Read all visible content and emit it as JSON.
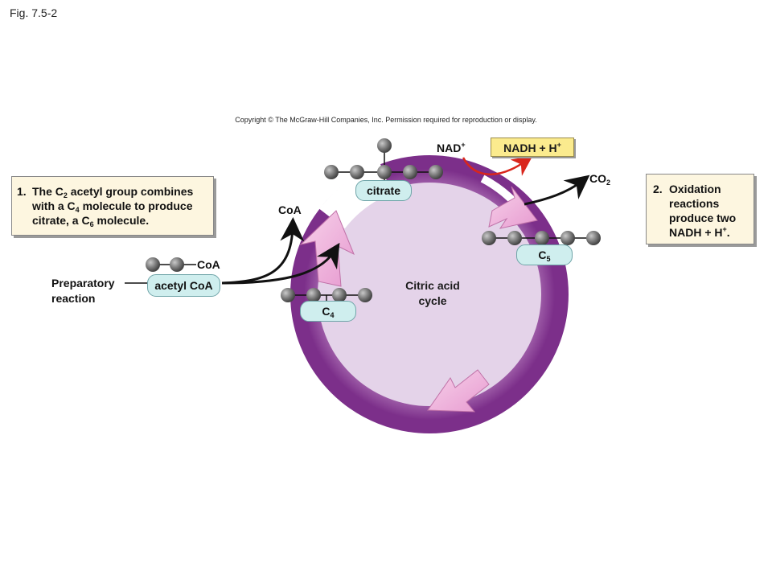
{
  "figure_label": "Fig. 7.5-2",
  "copyright": "Copyright © The McGraw-Hill Companies, Inc. Permission required for reproduction or display.",
  "step1": {
    "number": "1.",
    "line1_a": "The C",
    "line1_sub": "2",
    "line1_b": " acetyl group combines",
    "line2_a": "with a C",
    "line2_sub": "4",
    "line2_b": " molecule to produce",
    "line3_a": "citrate, a C",
    "line3_sub": "6",
    "line3_b": " molecule."
  },
  "step2": {
    "number": "2.",
    "line1": "Oxidation",
    "line2": "reactions",
    "line3": "produce two",
    "line4_a": "NADH + H",
    "line4_sup": "+",
    "line4_b": "."
  },
  "labels": {
    "preparatory_line1": "Preparatory",
    "preparatory_line2": "reaction",
    "acetyl_coa": "acetyl CoA",
    "coa_attached": "CoA",
    "coa_released": "CoA",
    "citrate": "citrate",
    "c4_base": "C",
    "c4_sub": "4",
    "c5_base": "C",
    "c5_sub": "5",
    "cycle_line1": "Citric acid",
    "cycle_line2": "cycle",
    "nad_base": "NAD",
    "nad_sup": "+",
    "nadh_base": "NADH + H",
    "nadh_sup": "+",
    "co2_base": "CO",
    "co2_sub": "2"
  },
  "colors": {
    "cycle_arrow": "#8e3f9a",
    "cycle_fill": "#e4d3e9",
    "arrowhead_pink": "#f2bfe0",
    "callout_bg": "#fdf6e0",
    "nadh_bg": "#fbeb8e",
    "molecule_pill": "#cfeeee",
    "red_arrow": "#d9261c"
  }
}
